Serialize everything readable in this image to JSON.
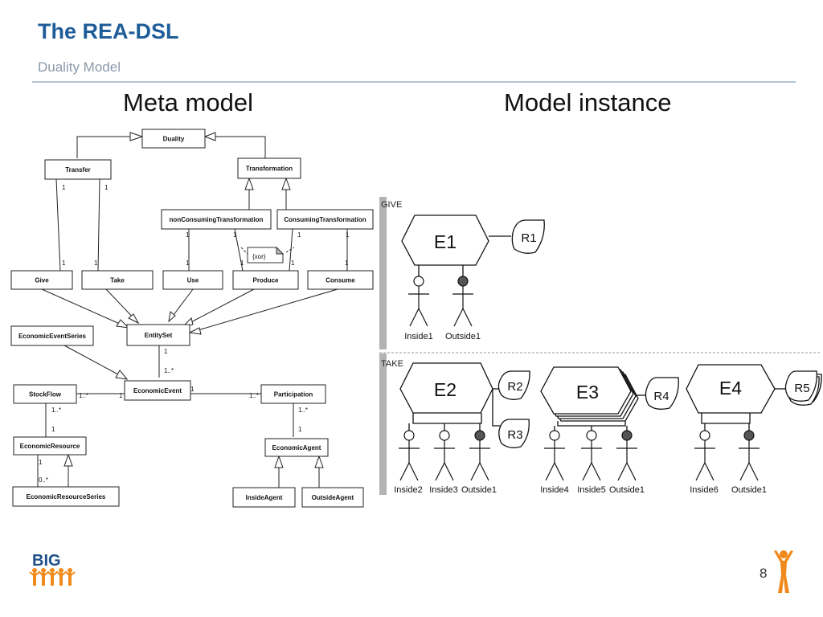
{
  "slide": {
    "title": "The REA-DSL",
    "subtitle": "Duality Model",
    "page_number": "8"
  },
  "meta": {
    "heading": "Meta model",
    "classes": {
      "duality": "Duality",
      "transfer": "Transfer",
      "transformation": "Transformation",
      "non_consuming": "nonConsumingTransformation",
      "consuming": "ConsumingTransformation",
      "give": "Give",
      "take": "Take",
      "use": "Use",
      "produce": "Produce",
      "consume": "Consume",
      "entity_set": "EntitySet",
      "event_series": "EconomicEventSeries",
      "economic_event": "EconomicEvent",
      "stock_flow": "StockFlow",
      "participation": "Participation",
      "economic_resource": "EconomicResource",
      "economic_agent": "EconomicAgent",
      "resource_series": "EconomicResourceSeries",
      "inside_agent": "InsideAgent",
      "outside_agent": "OutsideAgent"
    },
    "note": "{xor}",
    "mult": {
      "one": "1",
      "one_many": "1..*",
      "zero_many": "0..*"
    }
  },
  "instance": {
    "heading": "Model instance",
    "give_label": "GIVE",
    "take_label": "TAKE",
    "events": {
      "e1": "E1",
      "e2": "E2",
      "e3": "E3",
      "e4": "E4"
    },
    "resources": {
      "r1": "R1",
      "r2": "R2",
      "r3": "R3",
      "r4": "R4",
      "r5": "R5"
    },
    "agents": {
      "inside1": "Inside1",
      "outside1_a": "Outside1",
      "inside2": "Inside2",
      "inside3": "Inside3",
      "outside1_b": "Outside1",
      "inside4": "Inside4",
      "inside5": "Inside5",
      "outside1_c": "Outside1",
      "inside6": "Inside6",
      "outside1_d": "Outside1"
    }
  },
  "logo": {
    "text": "BIG"
  }
}
